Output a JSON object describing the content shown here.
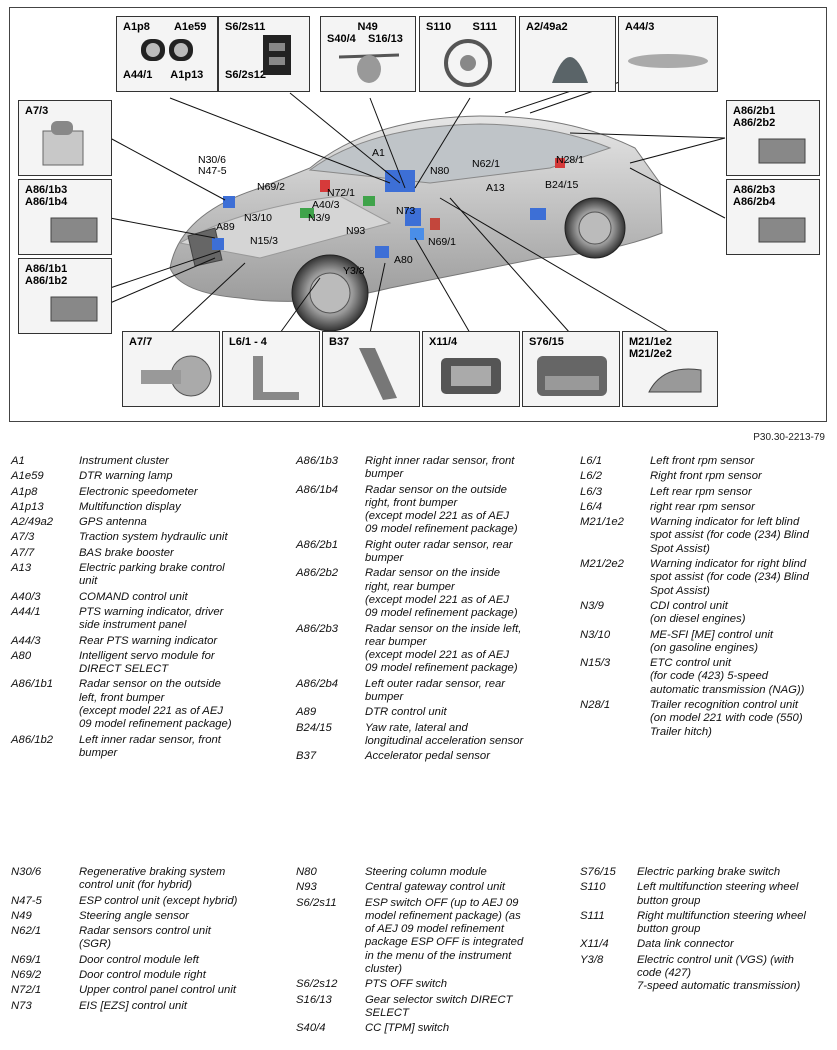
{
  "figure": {
    "callouts": [
      {
        "id": "box-a1p8",
        "label": "A1p8        A1e59\n\n\n\nA44/1      A1p13"
      },
      {
        "id": "box-s62s11",
        "label": "S6/2s11\n\n\n\nS6/2s12"
      },
      {
        "id": "box-n49",
        "label": "          N49\nS40/4    S16/13"
      },
      {
        "id": "box-s110",
        "label": "S110       S111"
      },
      {
        "id": "box-a249a2",
        "label": "A2/49a2"
      },
      {
        "id": "box-a443",
        "label": "A44/3"
      },
      {
        "id": "box-a73",
        "label": "A7/3"
      },
      {
        "id": "box-a862b1",
        "label": "A86/2b1\nA86/2b2"
      },
      {
        "id": "box-a861b3",
        "label": "A86/1b3\nA86/1b4"
      },
      {
        "id": "box-a862b3",
        "label": "A86/2b3\nA86/2b4"
      },
      {
        "id": "box-a861b1",
        "label": "A86/1b1\nA86/1b2"
      },
      {
        "id": "box-a77",
        "label": "A7/7"
      },
      {
        "id": "box-l61",
        "label": "L6/1 - 4"
      },
      {
        "id": "box-b37",
        "label": "B37"
      },
      {
        "id": "box-x114",
        "label": "X11/4"
      },
      {
        "id": "box-s7615",
        "label": "S76/15"
      },
      {
        "id": "box-m211e2",
        "label": "M21/1e2\nM21/2e2"
      }
    ],
    "car_labels": [
      "N30/6",
      "N47-5",
      "A1",
      "N69/2",
      "N72/1",
      "A40/3",
      "N3/10",
      "N3/9",
      "A89",
      "N15/3",
      "N93",
      "Y3/8",
      "A80",
      "N73",
      "N69/1",
      "N80",
      "N62/1",
      "N28/1",
      "A13",
      "B24/15"
    ],
    "figure_id": "P30.30-2213-79"
  },
  "legend": {
    "col1": [
      {
        "code": "A1",
        "desc": "Instrument cluster"
      },
      {
        "code": "A1e59",
        "desc": "DTR warning lamp"
      },
      {
        "code": "A1p8",
        "desc": "Electronic speedometer"
      },
      {
        "code": "A1p13",
        "desc": "Multifunction display"
      },
      {
        "code": "A2/49a2",
        "desc": "GPS antenna"
      },
      {
        "code": "A7/3",
        "desc": "Traction system hydraulic unit"
      },
      {
        "code": "A7/7",
        "desc": "BAS brake booster"
      },
      {
        "code": "A13",
        "desc": "Electric parking brake control\nunit"
      },
      {
        "code": "A40/3",
        "desc": "COMAND control unit"
      },
      {
        "code": "A44/1",
        "desc": "PTS warning indicator, driver\nside instrument panel"
      },
      {
        "code": "A44/3",
        "desc": "Rear PTS warning indicator"
      },
      {
        "code": "A80",
        "desc": "Intelligent servo module for\nDIRECT SELECT"
      },
      {
        "code": "A86/1b1",
        "desc": "Radar sensor on the outside\nleft, front bumper\n(except model 221 as of AEJ\n09 model refinement package)"
      },
      {
        "code": "A86/1b2",
        "desc": "Left inner radar sensor, front\nbumper"
      }
    ],
    "col2": [
      {
        "code": "A86/1b3",
        "desc": "Right inner radar sensor, front\nbumper"
      },
      {
        "code": "A86/1b4",
        "desc": "Radar sensor on the outside\nright, front bumper\n(except model 221 as of AEJ\n09 model refinement package)"
      },
      {
        "code": "A86/2b1",
        "desc": "Right outer radar sensor, rear\nbumper"
      },
      {
        "code": "A86/2b2",
        "desc": "Radar sensor on the inside\nright, rear bumper\n(except model 221 as of AEJ\n09 model refinement package)"
      },
      {
        "code": "A86/2b3",
        "desc": "Radar sensor on the inside left,\nrear bumper\n(except model 221 as of AEJ\n09 model refinement package)"
      },
      {
        "code": "A86/2b4",
        "desc": "Left outer radar sensor, rear\nbumper"
      },
      {
        "code": "A89",
        "desc": "DTR control unit"
      },
      {
        "code": "B24/15",
        "desc": "Yaw rate, lateral and\nlongitudinal acceleration sensor"
      },
      {
        "code": "B37",
        "desc": "Accelerator pedal sensor"
      }
    ],
    "col3": [
      {
        "code": "L6/1",
        "desc": "Left front rpm sensor"
      },
      {
        "code": "L6/2",
        "desc": "Right front rpm sensor"
      },
      {
        "code": "L6/3",
        "desc": "Left rear rpm sensor"
      },
      {
        "code": "L6/4",
        "desc": "right rear rpm sensor"
      },
      {
        "code": "M21/1e2",
        "desc": "Warning indicator for left blind\nspot assist (for code (234) Blind\nSpot Assist)"
      },
      {
        "code": "M21/2e2",
        "desc": "Warning indicator for right blind\nspot assist (for code (234) Blind\nSpot Assist)"
      },
      {
        "code": "N3/9",
        "desc": "CDI control unit\n(on diesel engines)"
      },
      {
        "code": "N3/10",
        "desc": "ME-SFI [ME] control unit\n(on gasoline engines)"
      },
      {
        "code": "N15/3",
        "desc": "ETC control unit\n(for code (423) 5-speed\nautomatic transmission (NAG))"
      },
      {
        "code": "N28/1",
        "desc": "Trailer recognition control unit\n(on model 221 with code (550)\nTrailer hitch)"
      }
    ],
    "col4": [
      {
        "code": "N30/6",
        "desc": "Regenerative braking system\ncontrol unit (for hybrid)"
      },
      {
        "code": "N47-5",
        "desc": "ESP control unit (except hybrid)"
      },
      {
        "code": "N49",
        "desc": "Steering angle sensor"
      },
      {
        "code": "N62/1",
        "desc": "Radar sensors control unit\n(SGR)"
      },
      {
        "code": "N69/1",
        "desc": "Door control module left"
      },
      {
        "code": "N69/2",
        "desc": "Door control module right"
      },
      {
        "code": "N72/1",
        "desc": "Upper control panel control unit"
      },
      {
        "code": "N73",
        "desc": "EIS [EZS] control unit"
      }
    ],
    "col5": [
      {
        "code": "N80",
        "desc": "Steering column module"
      },
      {
        "code": "N93",
        "desc": "Central gateway control unit"
      },
      {
        "code": "S6/2s11",
        "desc": "ESP switch OFF (up to AEJ 09\nmodel refinement package) (as\nof AEJ 09 model refinement\npackage ESP OFF is integrated\nin the menu of the instrument\ncluster)"
      },
      {
        "code": "S6/2s12",
        "desc": "PTS OFF switch"
      },
      {
        "code": "S16/13",
        "desc": "Gear selector switch DIRECT\nSELECT"
      },
      {
        "code": "S40/4",
        "desc": "CC [TPM] switch"
      }
    ],
    "col6": [
      {
        "code": "S76/15",
        "desc": "Electric parking brake switch"
      },
      {
        "code": "S110",
        "desc": "Left multifunction steering wheel\nbutton group"
      },
      {
        "code": "S111",
        "desc": "Right multifunction steering wheel\nbutton group"
      },
      {
        "code": "X11/4",
        "desc": "Data link connector"
      },
      {
        "code": "Y3/8",
        "desc": "Electric control unit (VGS) (with\ncode (427)\n7-speed automatic transmission)"
      }
    ]
  }
}
